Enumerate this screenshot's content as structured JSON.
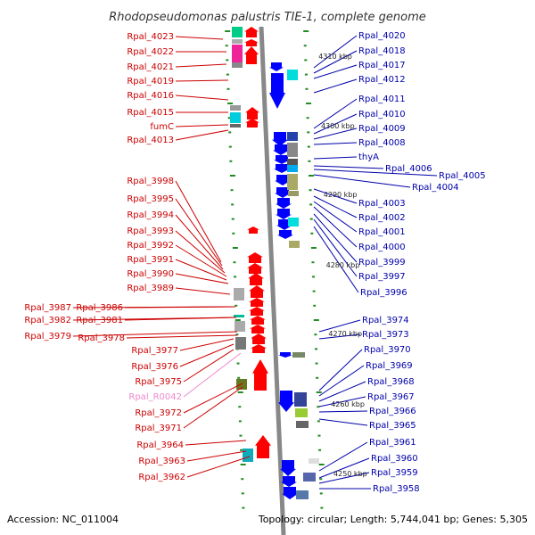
{
  "title": "Rhodopseudomonas palustris TIE-1, complete genome",
  "accession": "Accession: NC_011004",
  "topology": "Topology: circular; Length: 5,744,041 bp; Genes: 5,305",
  "colors": {
    "left_label": "#cc0000",
    "right_label": "#0000aa",
    "rna_label": "#ee88cc",
    "forward_arrow": "#ff0000",
    "reverse_arrow": "#0000ff",
    "backbone": "#888888",
    "tick": "#228b22"
  },
  "kbp_markers": [
    "4310 kbp",
    "4300 kbp",
    "4290 kbp",
    "4280 kbp",
    "4270 kbp",
    "4260 kbp",
    "4250 kbp"
  ],
  "left_labels": [
    "Rpal_4023",
    "Rpal_4022",
    "Rpal_4021",
    "Rpal_4019",
    "Rpal_4016",
    "Rpal_4015",
    "fumC",
    "Rpal_4013",
    "Rpal_3998",
    "Rpal_3995",
    "Rpal_3994",
    "Rpal_3993",
    "Rpal_3992",
    "Rpal_3991",
    "Rpal_3990",
    "Rpal_3989",
    "Rpal_3987",
    "Rpal_3986",
    "Rpal_3982",
    "Rpal_3981",
    "Rpal_3979",
    "Rpal_3978",
    "Rpal_3977",
    "Rpal_3976",
    "Rpal_3975",
    "Rpal_R0042",
    "Rpal_3972",
    "Rpal_3971",
    "Rpal_3964",
    "Rpal_3963",
    "Rpal_3962"
  ],
  "right_labels": [
    "Rpal_4020",
    "Rpal_4018",
    "Rpal_4017",
    "Rpal_4012",
    "Rpal_4011",
    "Rpal_4010",
    "Rpal_4009",
    "Rpal_4008",
    "thyA",
    "Rpal_4006",
    "Rpal_4005",
    "Rpal_4004",
    "Rpal_4003",
    "Rpal_4002",
    "Rpal_4001",
    "Rpal_4000",
    "Rpal_3999",
    "Rpal_3997",
    "Rpal_3996",
    "Rpal_3974",
    "Rpal_3973",
    "Rpal_3970",
    "Rpal_3969",
    "Rpal_3968",
    "Rpal_3967",
    "Rpal_3966",
    "Rpal_3965",
    "Rpal_3961",
    "Rpal_3960",
    "Rpal_3959",
    "Rpal_3958"
  ]
}
